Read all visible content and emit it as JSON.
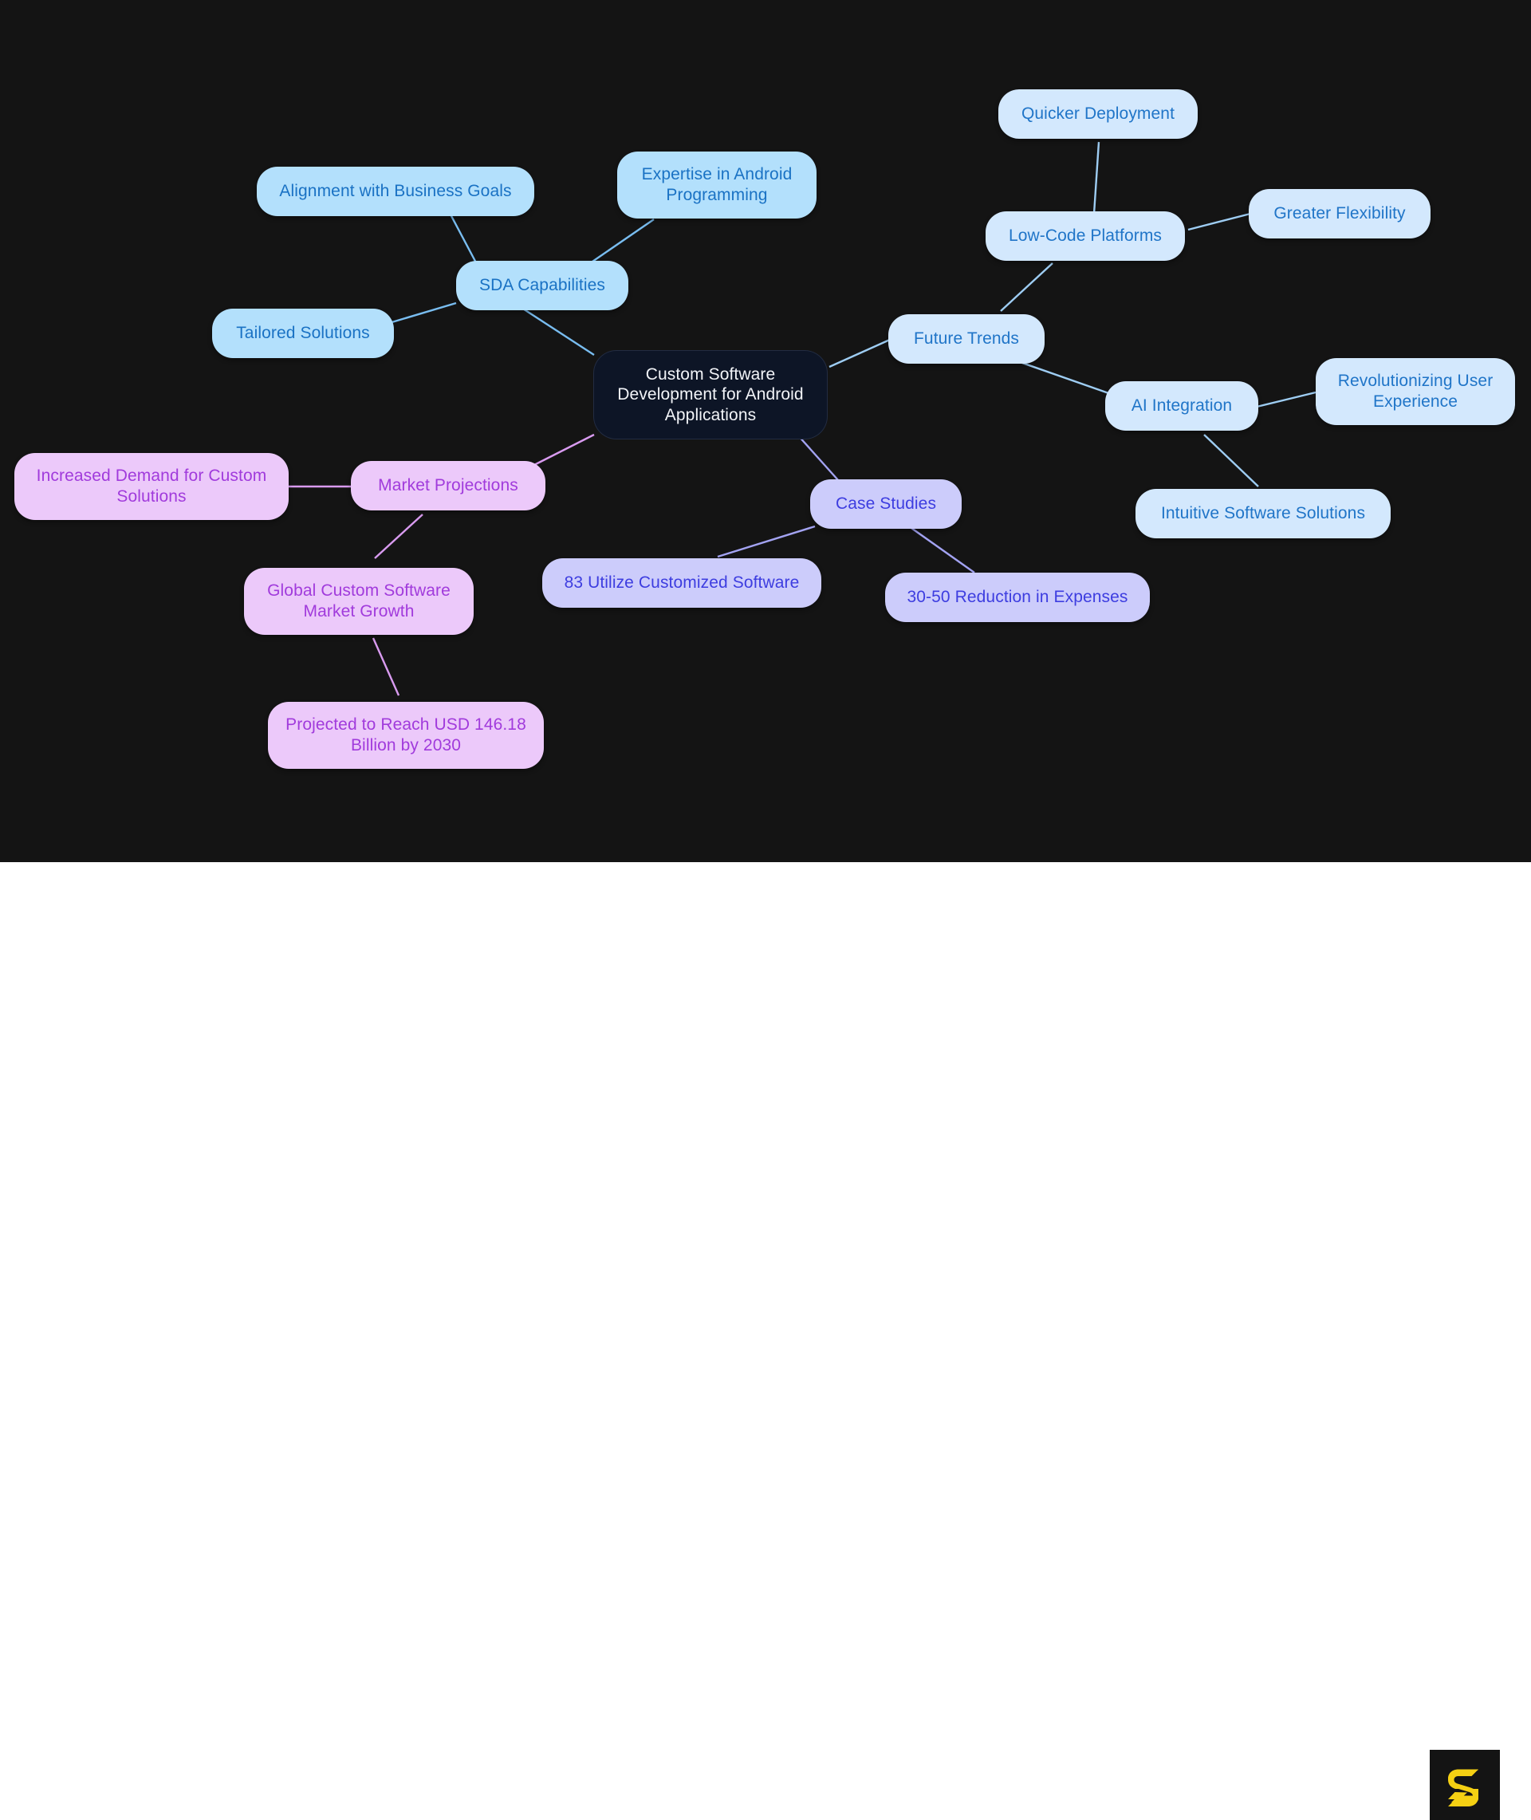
{
  "canvas": {
    "background_color": "#141414",
    "footer_background_color": "#ffffff"
  },
  "branding": {
    "logo_name": "letter-s-logo",
    "logo_glyph": "S",
    "logo_color": "#f5d013",
    "logo_background_color": "#141414"
  },
  "diagram": {
    "type": "mind-map",
    "root": {
      "id": "root",
      "label": "Custom Software Development for Android Applications",
      "fill": "#0d1526",
      "text_color": "#f2f4f8"
    },
    "branches": [
      {
        "id": "sda",
        "label": "SDA Capabilities",
        "fill": "#b3e0fc",
        "text_color": "#1a72c4",
        "children": [
          {
            "id": "alignment",
            "label": "Alignment with Business Goals"
          },
          {
            "id": "expertise",
            "label": "Expertise in Android Programming"
          },
          {
            "id": "tailored",
            "label": "Tailored Solutions"
          }
        ]
      },
      {
        "id": "future",
        "label": "Future Trends",
        "fill": "#d3e8fd",
        "text_color": "#2075c8",
        "children": [
          {
            "id": "lowcode",
            "label": "Low-Code Platforms",
            "children": [
              {
                "id": "quicker",
                "label": "Quicker Deployment"
              },
              {
                "id": "flexibility",
                "label": "Greater Flexibility"
              }
            ]
          },
          {
            "id": "ai",
            "label": "AI Integration",
            "children": [
              {
                "id": "revolutionizing",
                "label": "Revolutionizing User Experience"
              },
              {
                "id": "intuitive",
                "label": "Intuitive Software Solutions"
              }
            ]
          }
        ]
      },
      {
        "id": "case",
        "label": "Case Studies",
        "fill": "#ccccfb",
        "text_color": "#3d3de0",
        "children": [
          {
            "id": "utilize",
            "label": "83 Utilize Customized Software"
          },
          {
            "id": "reduction",
            "label": "30-50 Reduction in Expenses"
          }
        ]
      },
      {
        "id": "market",
        "label": "Market Projections",
        "fill": "#ecc9fa",
        "text_color": "#a13bdc",
        "children": [
          {
            "id": "demand",
            "label": "Increased Demand for Custom Solutions"
          },
          {
            "id": "growth",
            "label": "Global Custom Software Market Growth",
            "children": [
              {
                "id": "projected",
                "label": "Projected to Reach USD 146.18 Billion by 2030"
              }
            ]
          }
        ]
      }
    ]
  }
}
